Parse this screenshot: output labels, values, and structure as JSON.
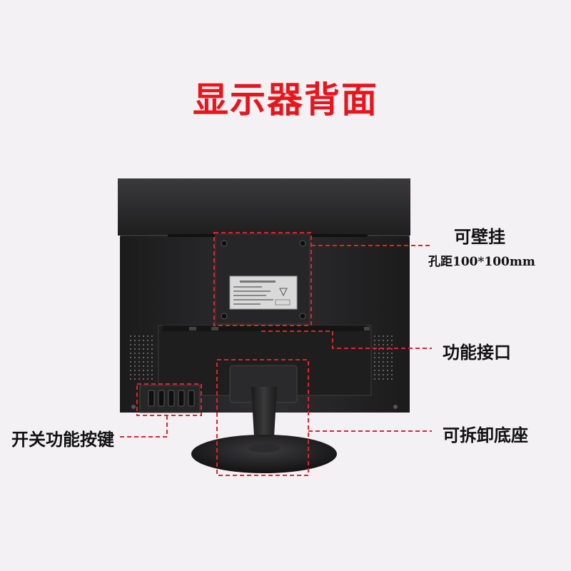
{
  "title": "显示器背面",
  "callouts": {
    "wall_mount": "可壁挂",
    "hole_spacing": "孔距100*100mm",
    "ports": "功能接口",
    "power_keys": "开关功能按键",
    "base": "可拆卸底座"
  },
  "colors": {
    "title": "#e8161c",
    "dashed_line": "#e0232b",
    "monitor_body": "#232324"
  }
}
